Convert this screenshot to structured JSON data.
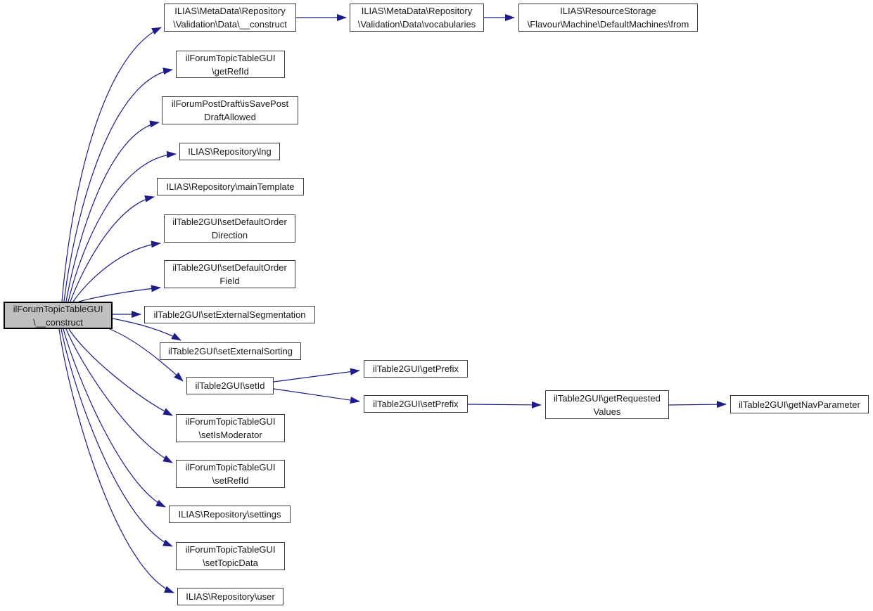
{
  "diagram": {
    "type": "call-graph",
    "root_function": "ilForumTopicTableGUI\\__construct",
    "colors": {
      "edge": "#1c1c8a",
      "node_border": "#3d3d3d",
      "root_border": "#000000",
      "root_fill": "#bfbfbf",
      "node_fill": "#ffffff",
      "text": "#1a1a1a",
      "background": "#ffffff"
    },
    "nodes": [
      {
        "id": "root",
        "label": "ilForumTopicTableGUI\n\\__construct",
        "root": true
      },
      {
        "id": "md-construct",
        "label": "ILIAS\\MetaData\\Repository\n\\Validation\\Data\\__construct"
      },
      {
        "id": "vocabularies",
        "label": "ILIAS\\MetaData\\Repository\n\\Validation\\Data\\vocabularies"
      },
      {
        "id": "default-machines-from",
        "label": "ILIAS\\ResourceStorage\n\\Flavour\\Machine\\DefaultMachines\\from"
      },
      {
        "id": "get-ref-id",
        "label": "ilForumTopicTableGUI\n\\getRefId"
      },
      {
        "id": "is-save-post-draft-allowed",
        "label": "ilForumPostDraft\\isSavePost\nDraftAllowed"
      },
      {
        "id": "lng",
        "label": "ILIAS\\Repository\\lng"
      },
      {
        "id": "main-template",
        "label": "ILIAS\\Repository\\mainTemplate"
      },
      {
        "id": "set-default-order-direction",
        "label": "ilTable2GUI\\setDefaultOrder\nDirection"
      },
      {
        "id": "set-default-order-field",
        "label": "ilTable2GUI\\setDefaultOrder\nField"
      },
      {
        "id": "set-external-segmentation",
        "label": "ilTable2GUI\\setExternalSegmentation"
      },
      {
        "id": "set-external-sorting",
        "label": "ilTable2GUI\\setExternalSorting"
      },
      {
        "id": "set-id",
        "label": "ilTable2GUI\\setId"
      },
      {
        "id": "set-is-moderator",
        "label": "ilForumTopicTableGUI\n\\setIsModerator"
      },
      {
        "id": "set-ref-id",
        "label": "ilForumTopicTableGUI\n\\setRefId"
      },
      {
        "id": "settings",
        "label": "ILIAS\\Repository\\settings"
      },
      {
        "id": "set-topic-data",
        "label": "ilForumTopicTableGUI\n\\setTopicData"
      },
      {
        "id": "user",
        "label": "ILIAS\\Repository\\user"
      },
      {
        "id": "get-prefix",
        "label": "ilTable2GUI\\getPrefix"
      },
      {
        "id": "set-prefix",
        "label": "ilTable2GUI\\setPrefix"
      },
      {
        "id": "get-requested-values",
        "label": "ilTable2GUI\\getRequested\nValues"
      },
      {
        "id": "get-nav-parameter",
        "label": "ilTable2GUI\\getNavParameter"
      }
    ],
    "edges": [
      {
        "from": "root",
        "to": "md-construct"
      },
      {
        "from": "root",
        "to": "get-ref-id"
      },
      {
        "from": "root",
        "to": "is-save-post-draft-allowed"
      },
      {
        "from": "root",
        "to": "lng"
      },
      {
        "from": "root",
        "to": "main-template"
      },
      {
        "from": "root",
        "to": "set-default-order-direction"
      },
      {
        "from": "root",
        "to": "set-default-order-field"
      },
      {
        "from": "root",
        "to": "set-external-segmentation"
      },
      {
        "from": "root",
        "to": "set-external-sorting"
      },
      {
        "from": "root",
        "to": "set-id"
      },
      {
        "from": "root",
        "to": "set-is-moderator"
      },
      {
        "from": "root",
        "to": "set-ref-id"
      },
      {
        "from": "root",
        "to": "settings"
      },
      {
        "from": "root",
        "to": "set-topic-data"
      },
      {
        "from": "root",
        "to": "user"
      },
      {
        "from": "md-construct",
        "to": "vocabularies"
      },
      {
        "from": "vocabularies",
        "to": "default-machines-from"
      },
      {
        "from": "set-id",
        "to": "get-prefix"
      },
      {
        "from": "set-id",
        "to": "set-prefix"
      },
      {
        "from": "set-prefix",
        "to": "get-requested-values"
      },
      {
        "from": "get-requested-values",
        "to": "get-nav-parameter"
      }
    ]
  }
}
